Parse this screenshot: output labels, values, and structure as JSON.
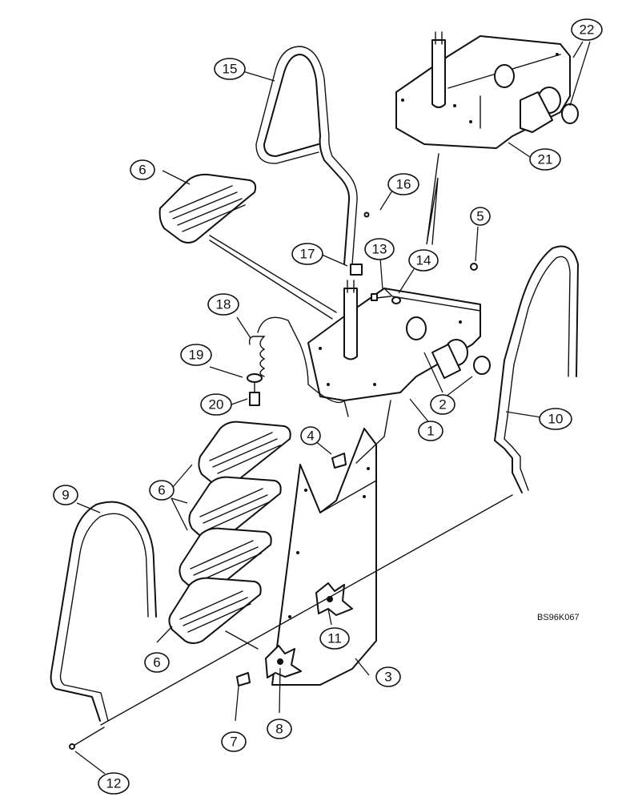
{
  "figure_code": "BS96K067",
  "callouts": [
    {
      "id": "c1",
      "label": "1"
    },
    {
      "id": "c2",
      "label": "2"
    },
    {
      "id": "c3",
      "label": "3"
    },
    {
      "id": "c4",
      "label": "4"
    },
    {
      "id": "c5",
      "label": "5"
    },
    {
      "id": "c6a",
      "label": "6"
    },
    {
      "id": "c6b",
      "label": "6"
    },
    {
      "id": "c6c",
      "label": "6"
    },
    {
      "id": "c7",
      "label": "7"
    },
    {
      "id": "c8",
      "label": "8"
    },
    {
      "id": "c9",
      "label": "9"
    },
    {
      "id": "c10",
      "label": "10"
    },
    {
      "id": "c11",
      "label": "11"
    },
    {
      "id": "c12",
      "label": "12"
    },
    {
      "id": "c13",
      "label": "13"
    },
    {
      "id": "c14",
      "label": "14"
    },
    {
      "id": "c15",
      "label": "15"
    },
    {
      "id": "c16",
      "label": "16"
    },
    {
      "id": "c17",
      "label": "17"
    },
    {
      "id": "c18",
      "label": "18"
    },
    {
      "id": "c19",
      "label": "19"
    },
    {
      "id": "c20",
      "label": "20"
    },
    {
      "id": "c21",
      "label": "21"
    },
    {
      "id": "c22",
      "label": "22"
    }
  ]
}
